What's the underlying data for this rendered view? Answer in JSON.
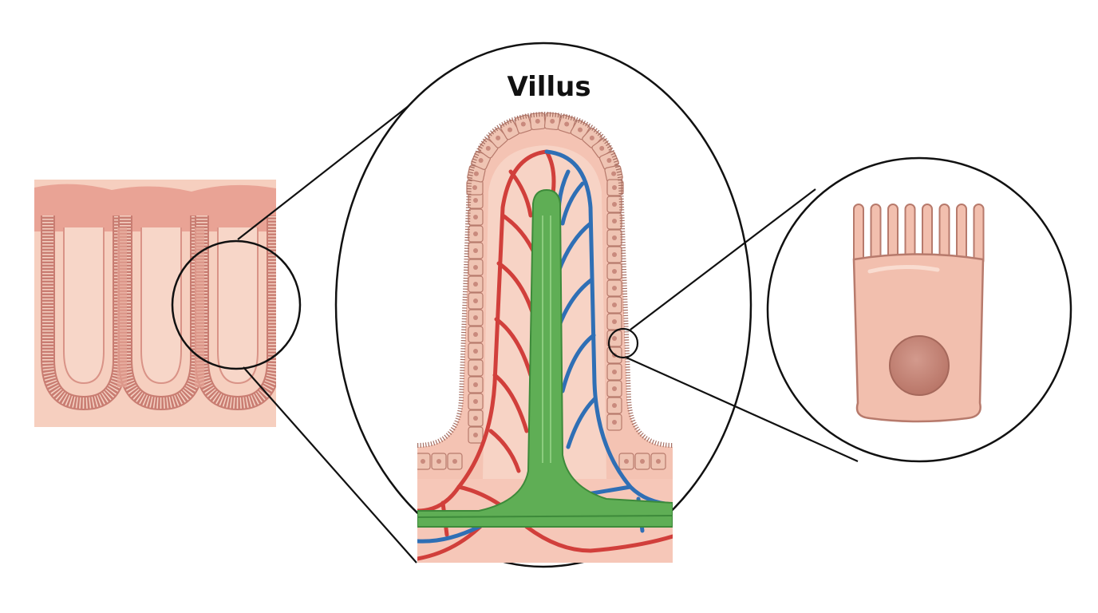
{
  "diagram": {
    "title": "Villus",
    "panels": [
      {
        "name": "intestinal-wall-section"
      },
      {
        "name": "villus-magnified"
      },
      {
        "name": "enterocyte-cell"
      }
    ]
  },
  "colors": {
    "background": "#ffffff",
    "tissue": "#f2c1b1",
    "tissue_dark": "#d98c82",
    "epithelium": "#efc4b3",
    "cell_outline": "#b77a6c",
    "nucleus": "#c98a7d",
    "artery": "#d13f3b",
    "vein": "#2f6fb5",
    "lacteal": "#5fae55",
    "lacteal_dark": "#3d8a3a",
    "line": "#111111"
  }
}
